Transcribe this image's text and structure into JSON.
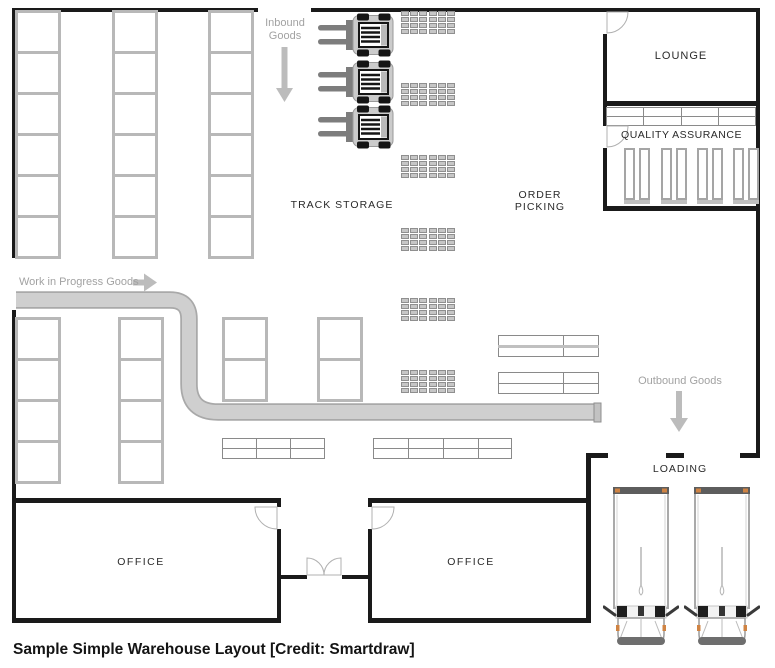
{
  "caption": "Sample Simple Warehouse Layout [Credit: Smartdraw]",
  "labels": {
    "inbound": "Inbound Goods",
    "wip": "Work in Progress Goods",
    "outbound": "Outbound Goods",
    "track_storage": "TRACK STORAGE",
    "order_picking": "ORDER PICKING",
    "lounge": "LOUNGE",
    "quality_assurance": "QUALITY ASSURANCE",
    "loading": "LOADING",
    "office_left": "OFFICE",
    "office_right": "OFFICE"
  },
  "colors": {
    "wall": "#1a1a1a",
    "rack_border": "#b8b8b8",
    "pallet_fill": "#c6c6c6",
    "pallet_border": "#8f8f8f",
    "conveyor_fill": "#cfcfcf",
    "conveyor_edge": "#a9a9a9",
    "flow_text": "#a2a2a2",
    "room_text": "#2a2a2a",
    "truck_accent": "#cf8343"
  }
}
